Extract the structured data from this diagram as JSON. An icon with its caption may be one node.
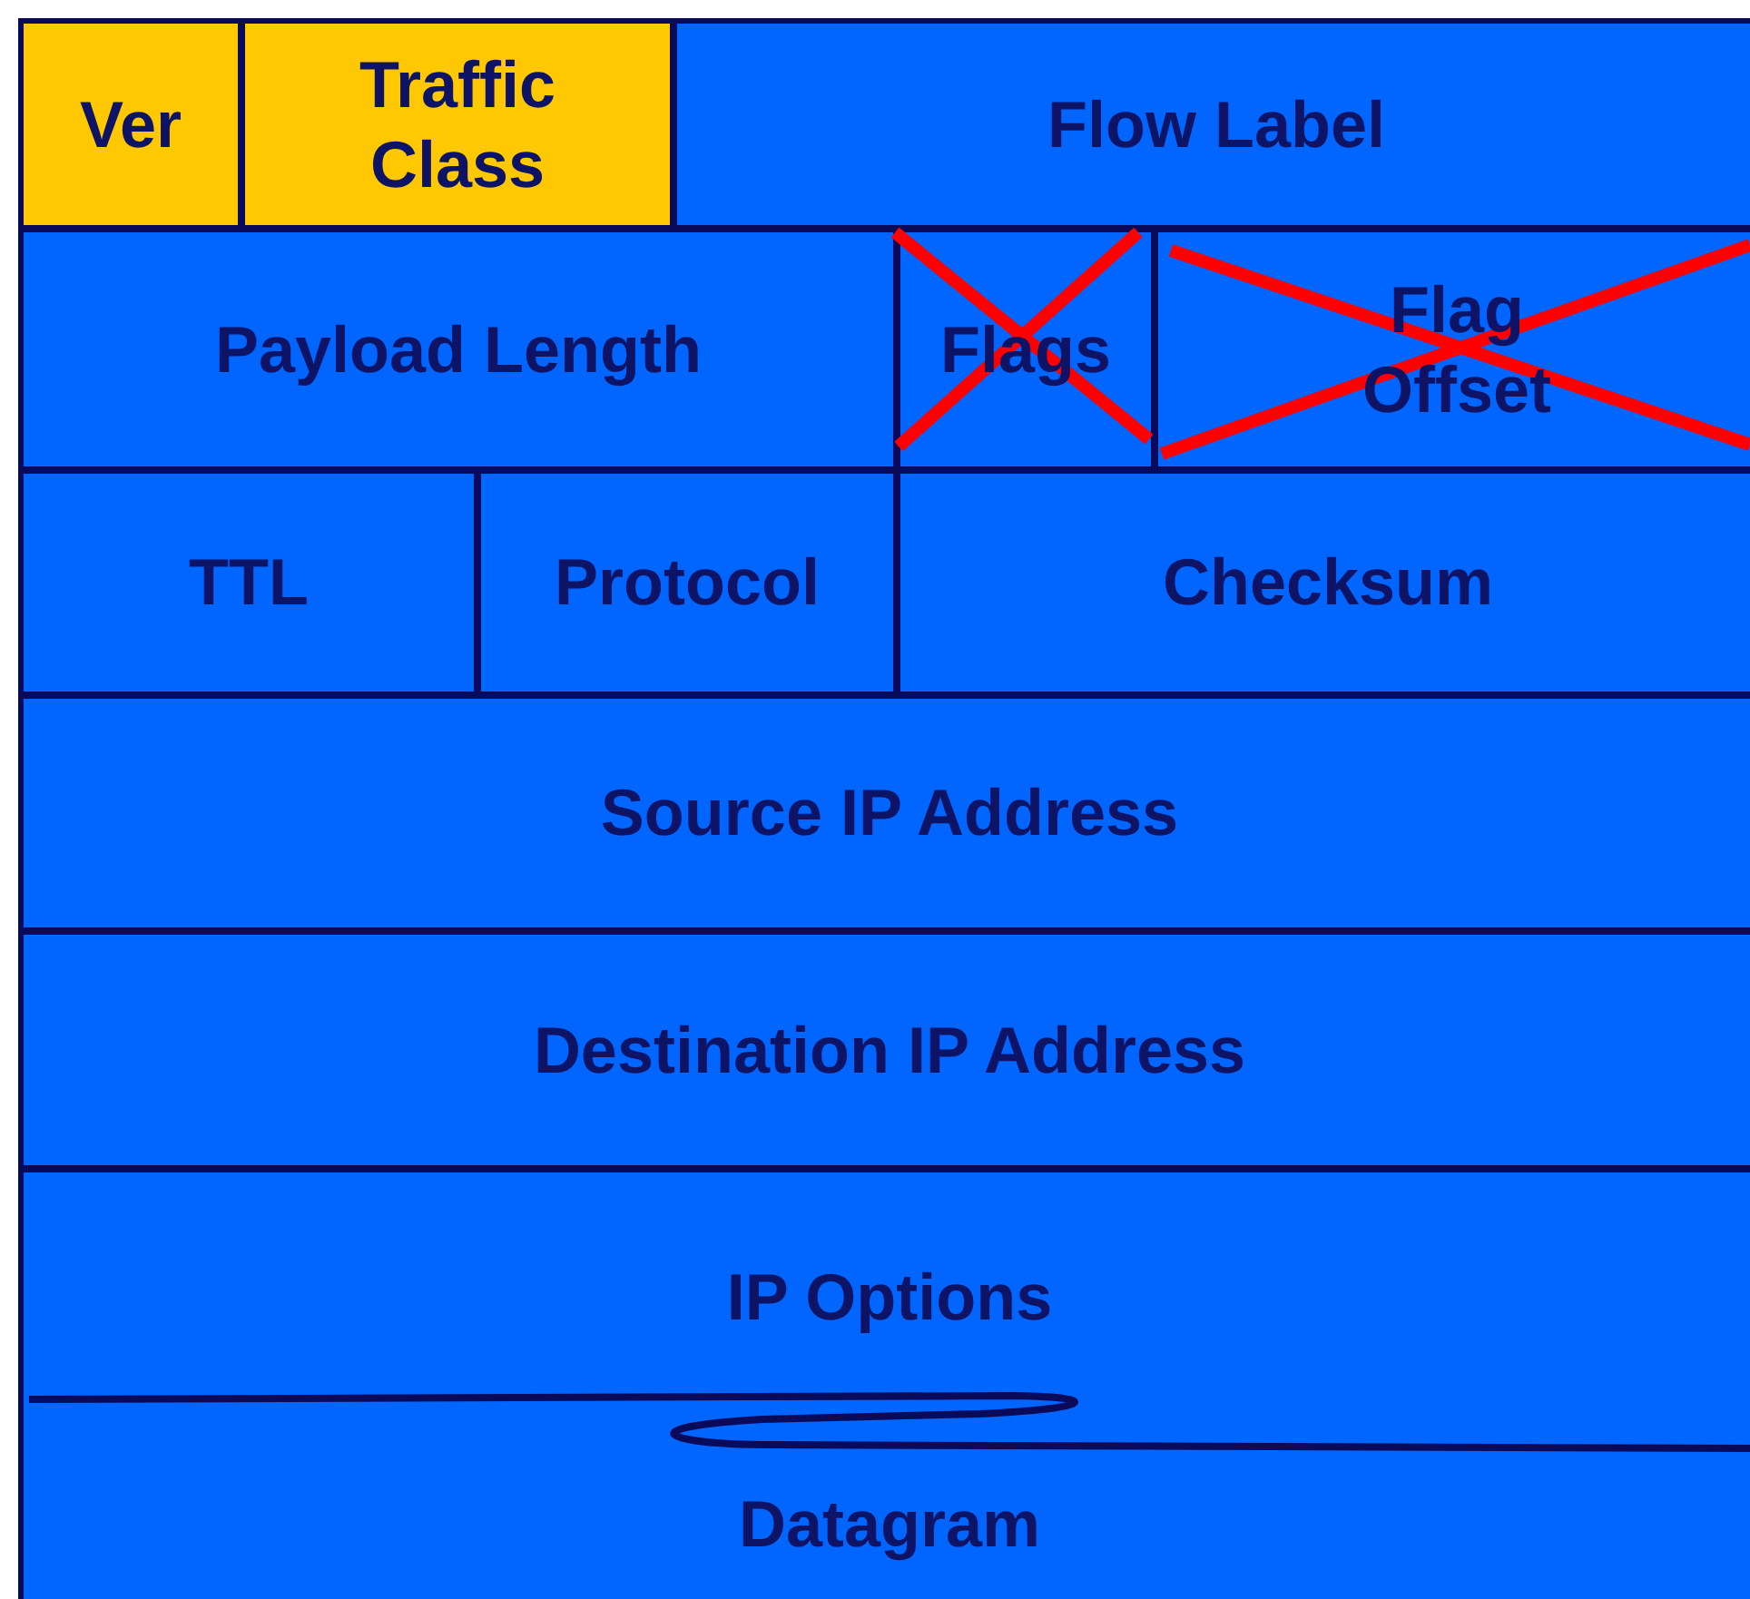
{
  "diagram": {
    "nodes": [
      {
        "text": [
          "Ver"
        ]
      },
      {
        "text": [
          "Traffic Class"
        ]
      },
      {
        "text": [
          "Flow Label"
        ]
      },
      {
        "text": [
          "Payload Length"
        ]
      },
      {
        "text": [
          "Flags"
        ]
      },
      {
        "text": [
          "Flag Offset"
        ]
      },
      {
        "text": [
          "TTL"
        ]
      },
      {
        "text": [
          "Protocol"
        ]
      },
      {
        "text": [
          "Checksum"
        ]
      },
      {
        "text": [
          "Source IP Address"
        ]
      },
      {
        "text": [
          "Destination IP Address"
        ]
      },
      {
        "text": [
          "IP Options"
        ]
      },
      {
        "text": [
          "Datagram"
        ]
      }
    ]
  }
}
